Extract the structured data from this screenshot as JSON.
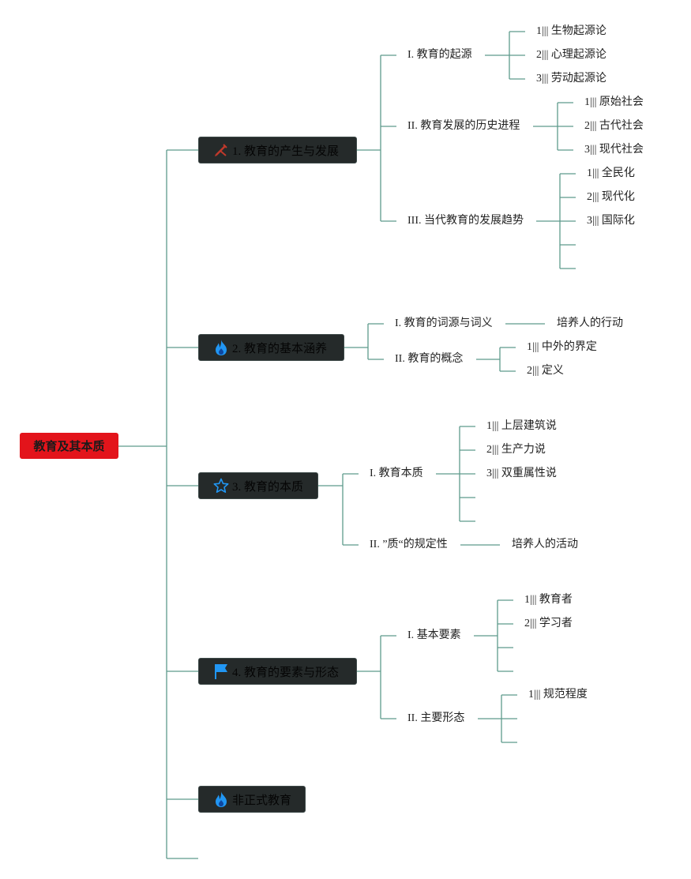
{
  "root": "教育及其本质",
  "topics": [
    {
      "label": "1. 教育的产生与发展",
      "icon": "pencil-ruler-icon",
      "children": [
        {
          "label": "I. 教育的起源",
          "children": [
            "1||| 生物起源论",
            "2||| 心理起源论",
            "3||| 劳动起源论"
          ]
        },
        {
          "label": "II. 教育发展的历史进程",
          "children": [
            "1||| 原始社会",
            "2||| 古代社会",
            "3||| 现代社会"
          ]
        },
        {
          "label": "III. 当代教育的发展趋势",
          "children": [
            "1||| 全民化",
            "2||| 现代化",
            "3||| 国际化",
            "",
            ""
          ]
        }
      ]
    },
    {
      "label": "2. 教育的基本涵养",
      "icon": "flame-icon",
      "children": [
        {
          "label": "I. 教育的词源与词义",
          "children": [
            "培养人的行动"
          ]
        },
        {
          "label": "II. 教育的概念",
          "children": [
            "1||| 中外的界定",
            "2||| 定义"
          ]
        }
      ]
    },
    {
      "label": "3. 教育的本质",
      "icon": "star-icon",
      "children": [
        {
          "label": "I. 教育本质",
          "children": [
            "1||| 上层建筑说",
            "2||| 生产力说",
            "3||| 双重属性说",
            "",
            ""
          ]
        },
        {
          "label": "II. ”质“的规定性",
          "children": [
            "培养人的活动"
          ]
        }
      ]
    },
    {
      "label": "4. 教育的要素与形态",
      "icon": "flag-icon",
      "children": [
        {
          "label": "I. 基本要素",
          "children": [
            "1||| 教育者",
            "2||| 学习者",
            "",
            ""
          ]
        },
        {
          "label": "II. 主要形态",
          "children": [
            "1||| 规范程度",
            "",
            ""
          ]
        }
      ]
    },
    {
      "label": "非正式教育",
      "icon": "flame-icon",
      "children": []
    }
  ],
  "colors": {
    "root_bg": "#e3141b",
    "topic_bg": "#252a2a",
    "connector": "#5e9a8c",
    "icon_red": "#c0392b",
    "icon_blue": "#2196f3"
  }
}
